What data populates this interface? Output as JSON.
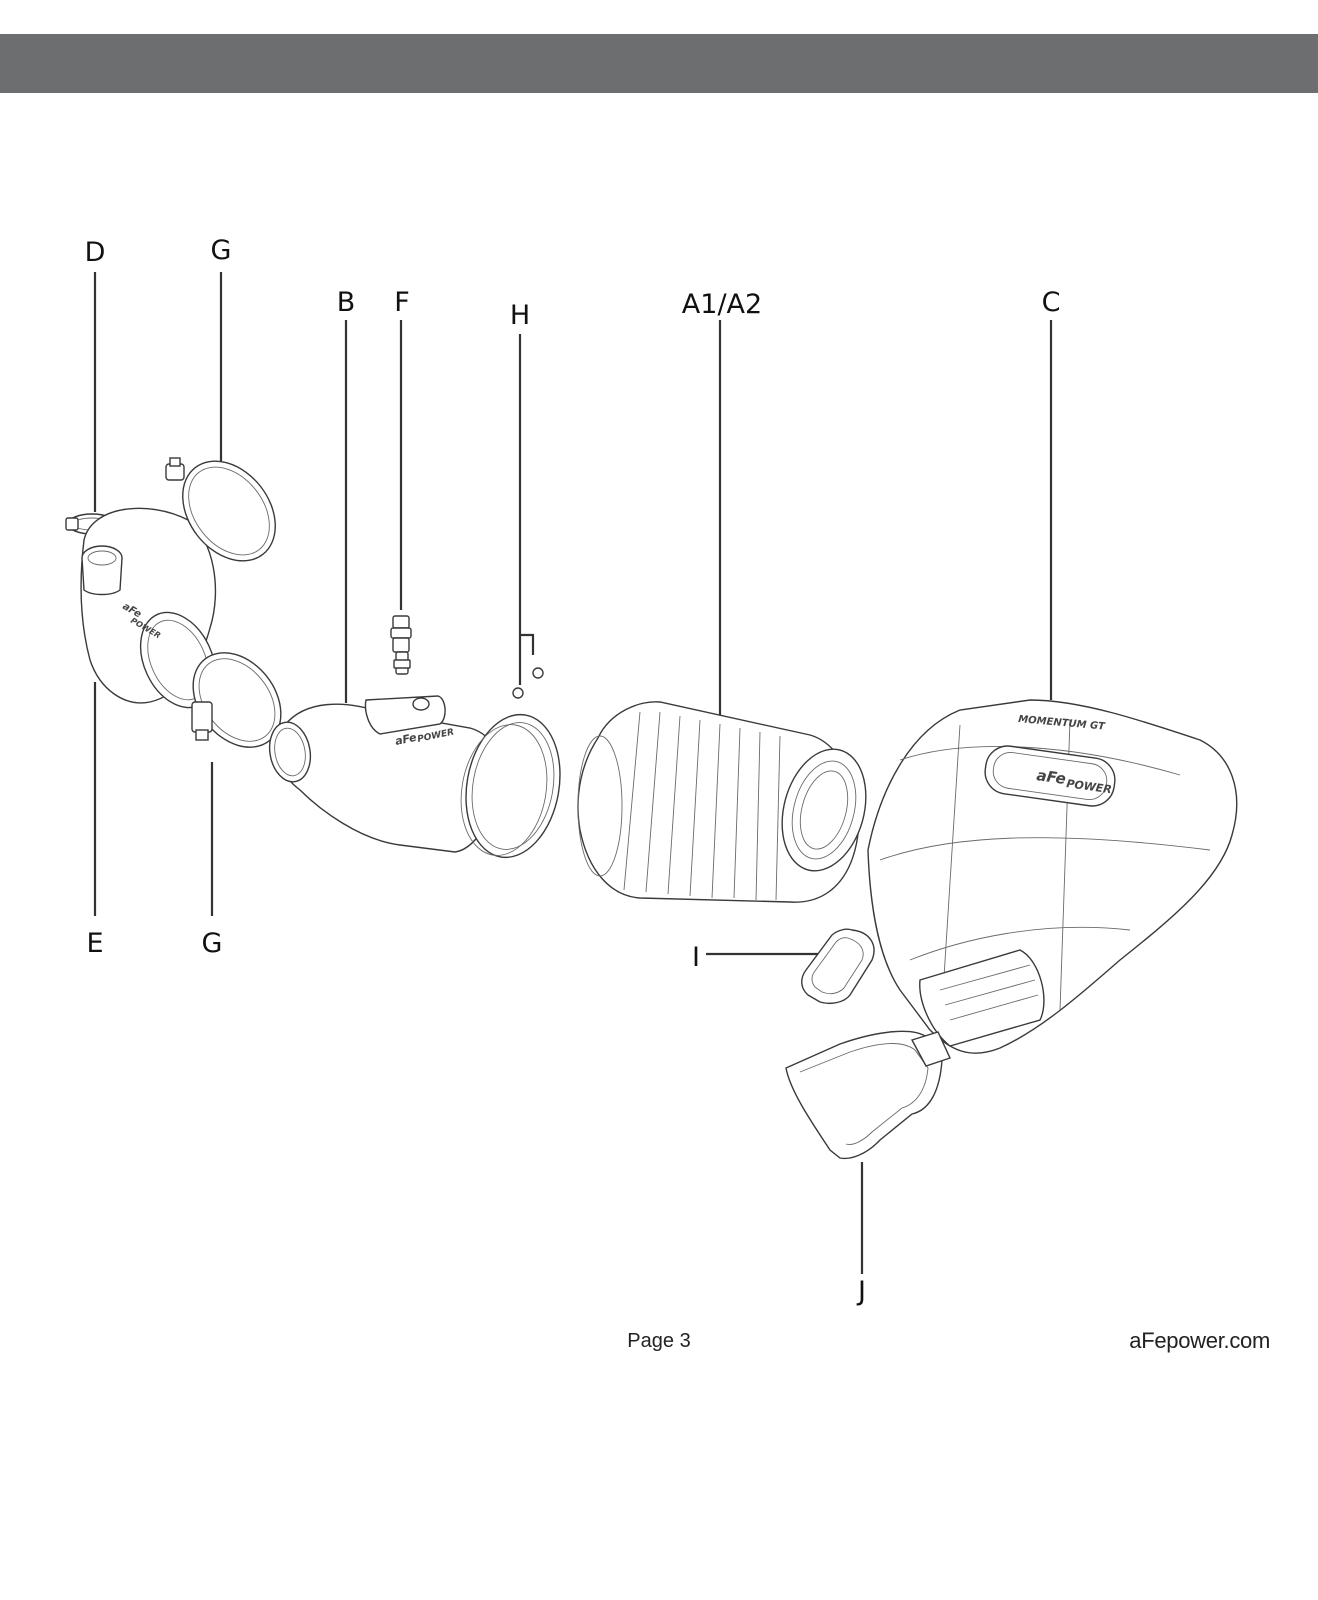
{
  "callouts": {
    "D": "D",
    "G_top": "G",
    "B": "B",
    "F": "F",
    "H": "H",
    "A": "A1/A2",
    "C": "C",
    "E": "E",
    "G_bottom": "G",
    "I": "I",
    "J": "J"
  },
  "logos": {
    "brand": "aFe",
    "brand_sub": "POWER",
    "housing_badge": "MOMENTUM GT"
  },
  "footer": {
    "page": "Page 3",
    "site": "aFepower.com"
  },
  "colors": {
    "header_bar": "#6d6e70",
    "line_art": "#3a3a3a"
  }
}
